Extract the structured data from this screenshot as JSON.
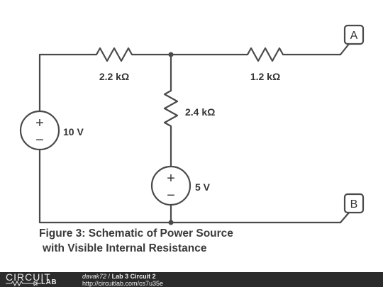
{
  "labels": {
    "r1": "2.2 kΩ",
    "r2": "1.2 kΩ",
    "r3": "2.4 kΩ",
    "v1": "10 V",
    "v2": "5 V",
    "term_a": "A",
    "term_b": "B",
    "plus": "+",
    "minus": "−"
  },
  "caption": {
    "line1": "Figure 3: Schematic of Power Source",
    "line2": "with Visible Internal Resistance"
  },
  "footer": {
    "logo_top": "CIRCUIT",
    "logo_bottom": "LAB",
    "user": "davak72",
    "separator": "/",
    "title": "Lab 3 Circuit 2",
    "url": "http://circuitlab.com/cs7u35e"
  },
  "colors": {
    "wire": "#4a4a4a",
    "text": "#333333",
    "footer_bg": "#2b2b2b"
  }
}
